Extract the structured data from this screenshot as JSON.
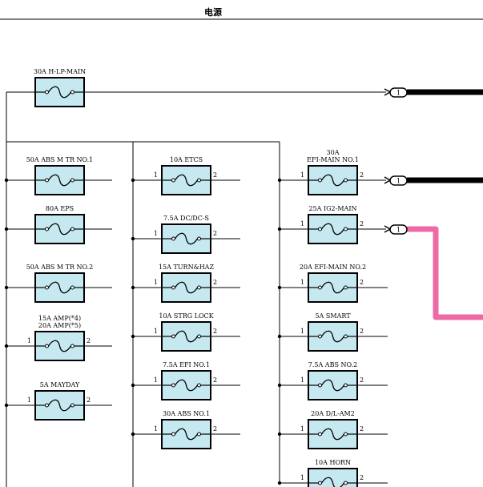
{
  "title": "电源",
  "fuses": [
    {
      "id": "hlp",
      "label": [
        "30A H-LP-MAIN"
      ],
      "pins": [
        "",
        ""
      ]
    },
    {
      "id": "abs1",
      "label": [
        "50A ABS M TR NO.1"
      ],
      "pins": [
        "",
        ""
      ]
    },
    {
      "id": "eps",
      "label": [
        "80A EPS"
      ],
      "pins": [
        "",
        ""
      ]
    },
    {
      "id": "abs2",
      "label": [
        "50A ABS M TR NO.2"
      ],
      "pins": [
        "",
        ""
      ]
    },
    {
      "id": "amp",
      "label": [
        "15A AMP(*4)",
        "20A AMP(*5)"
      ],
      "pins": [
        "1",
        "2"
      ]
    },
    {
      "id": "mayday",
      "label": [
        "5A MAYDAY"
      ],
      "pins": [
        "1",
        "2"
      ]
    },
    {
      "id": "etcs",
      "label": [
        "10A ETCS"
      ],
      "pins": [
        "1",
        "2"
      ]
    },
    {
      "id": "dcdc",
      "label": [
        "7.5A DC/DC-S"
      ],
      "pins": [
        "1",
        "2"
      ]
    },
    {
      "id": "turn",
      "label": [
        "15A TURN&HAZ"
      ],
      "pins": [
        "1",
        "2"
      ]
    },
    {
      "id": "strg",
      "label": [
        "10A STRG LOCK"
      ],
      "pins": [
        "1",
        "2"
      ]
    },
    {
      "id": "efi1",
      "label": [
        "7.5A EFI NO.1"
      ],
      "pins": [
        "1",
        "2"
      ]
    },
    {
      "id": "absno1",
      "label": [
        "30A ABS NO.1"
      ],
      "pins": [
        "1",
        "2"
      ]
    },
    {
      "id": "efimain1",
      "label": [
        "30A",
        "EFI-MAIN NO.1"
      ],
      "pins": [
        "1",
        "2"
      ]
    },
    {
      "id": "ig2",
      "label": [
        "25A IG2-MAIN"
      ],
      "pins": [
        "1",
        "2"
      ]
    },
    {
      "id": "efimain2",
      "label": [
        "20A EFI-MAIN NO.2"
      ],
      "pins": [
        "1",
        "2"
      ]
    },
    {
      "id": "smart",
      "label": [
        "5A SMART"
      ],
      "pins": [
        "1",
        "2"
      ]
    },
    {
      "id": "absno2",
      "label": [
        "7.5A ABS NO.2"
      ],
      "pins": [
        "1",
        "2"
      ]
    },
    {
      "id": "dlam2",
      "label": [
        "20A D/L-AM2"
      ],
      "pins": [
        "1",
        "2"
      ]
    },
    {
      "id": "horn",
      "label": [
        "10A HORN"
      ],
      "pins": [
        "1",
        "2"
      ]
    }
  ],
  "connectors": [
    "1",
    "1",
    "1"
  ],
  "colors": {
    "fuse_fill": "#c6e9f1",
    "wire": "#000000",
    "pink_wire": "#ee6aa7"
  }
}
